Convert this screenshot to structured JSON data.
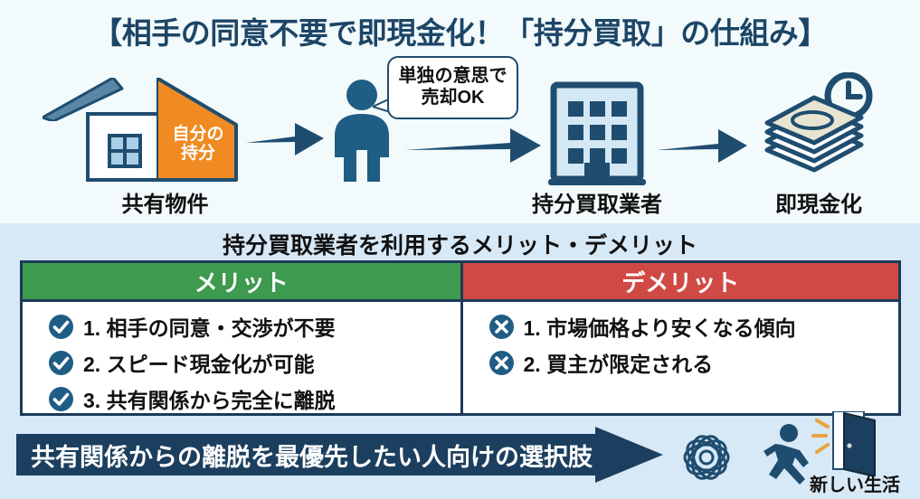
{
  "title": "【相手の同意不要で即現金化！「持分買取」の仕組み】",
  "flow": {
    "house": {
      "share_label_line1": "自分の",
      "share_label_line2": "持分",
      "caption": "共有物件"
    },
    "person": {
      "bubble_line1": "単独の意思で",
      "bubble_line2": "売却OK"
    },
    "building": {
      "caption": "持分買取業者"
    },
    "money": {
      "caption": "即現金化"
    },
    "arrow1_name": "arrow-house-to-person",
    "arrow2_name": "arrow-person-to-building",
    "arrow3_name": "arrow-building-to-money"
  },
  "comparison": {
    "heading": "持分買取業者を利用するメリット・デメリット",
    "merit": {
      "header": "メリット",
      "header_color": "#3d9a4f",
      "items": [
        "1. 相手の同意・交渉が不要",
        "2. スピード現金化が可能",
        "3. 共有関係から完全に離脱"
      ]
    },
    "demerit": {
      "header": "デメリット",
      "header_color": "#d04a45",
      "items": [
        "1. 市場価格より安くなる傾向",
        "2. 買主が限定される"
      ]
    }
  },
  "banner": {
    "text": "共有関係からの離脱を最優先したい人向けの選択肢",
    "banner_color": "#1c3f5f",
    "door_label": "新しい生活"
  },
  "colors": {
    "title": "#1c4566",
    "navy": "#1f4d70",
    "orange": "#ef8b22",
    "top_bg": "#f2fafc",
    "bottom_bg": "#d7e8f6"
  }
}
